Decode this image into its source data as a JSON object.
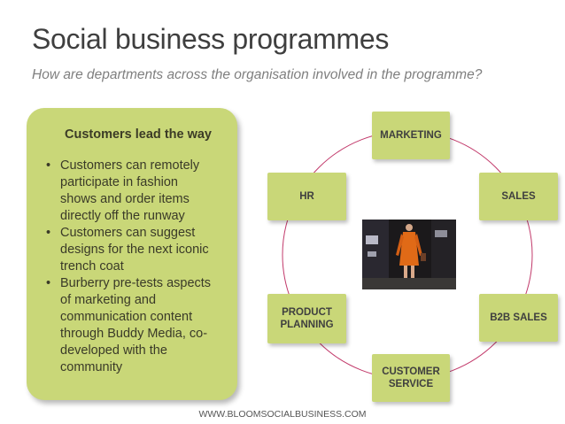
{
  "header": {
    "title": "Social business programmes",
    "subtitle": "How are departments across the organisation involved in the programme?"
  },
  "panel": {
    "heading": "Customers lead the way",
    "bullets": [
      [
        "Customers can remotely",
        "participate in fashion",
        "shows and order items",
        "directly off the runway"
      ],
      [
        "Customers can suggest",
        "designs for the next iconic",
        "trench coat"
      ],
      [
        "Burberry pre-tests aspects",
        "of marketing and",
        "communication content",
        "through Buddy Media, co-",
        "developed with the",
        "community"
      ]
    ]
  },
  "diagram": {
    "nodes": {
      "marketing": "MARKETING",
      "sales": "SALES",
      "b2b_sales": "B2B SALES",
      "customer_service_l1": "CUSTOMER",
      "customer_service_l2": "SERVICE",
      "product_planning_l1": "PRODUCT",
      "product_planning_l2": "PLANNING",
      "hr": "HR"
    },
    "colors": {
      "node_fill": "#c9d778",
      "ring_stroke": "#c23a6b"
    }
  },
  "footer": {
    "url": "WWW.BLOOMSOCIALBUSINESS.COM"
  }
}
